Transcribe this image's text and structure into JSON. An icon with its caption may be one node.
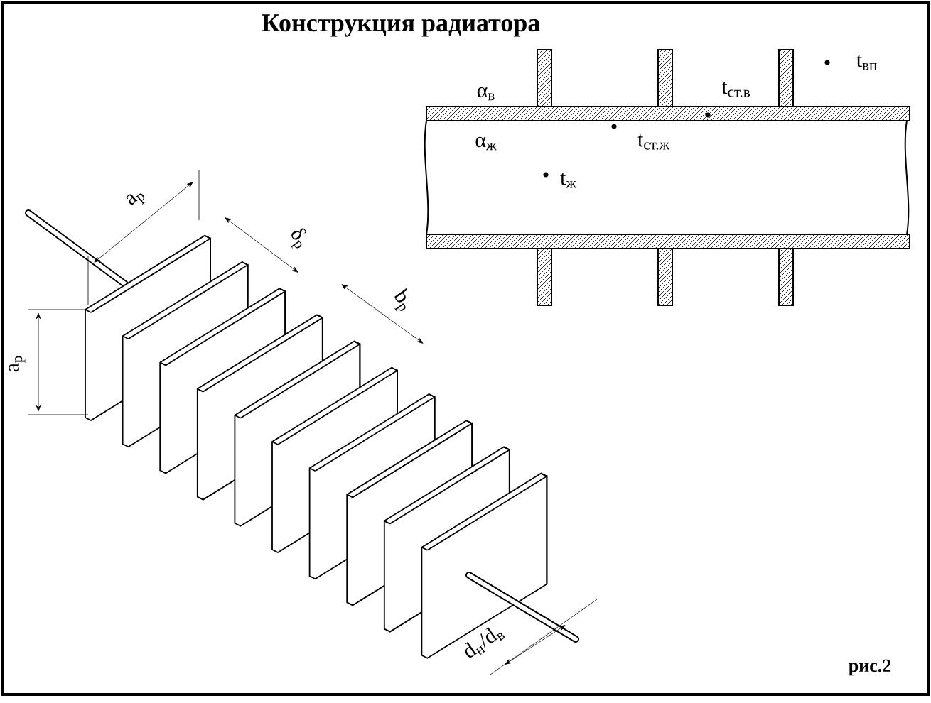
{
  "diagram": {
    "title": "Конструкция радиатора",
    "caption": "рис.2",
    "labels": [
      "α$_{в}$",
      "t$_{вп}$",
      "t$_{ст.в}$",
      "α$_{ж}$",
      "t$_{ст.ж}$",
      "t$_{ж}$",
      "a$_{р}$",
      "δ$_{р}$",
      "b$_{р}$",
      "a$_{р}$",
      "d$_{н}$/d$_{в}$"
    ]
  }
}
